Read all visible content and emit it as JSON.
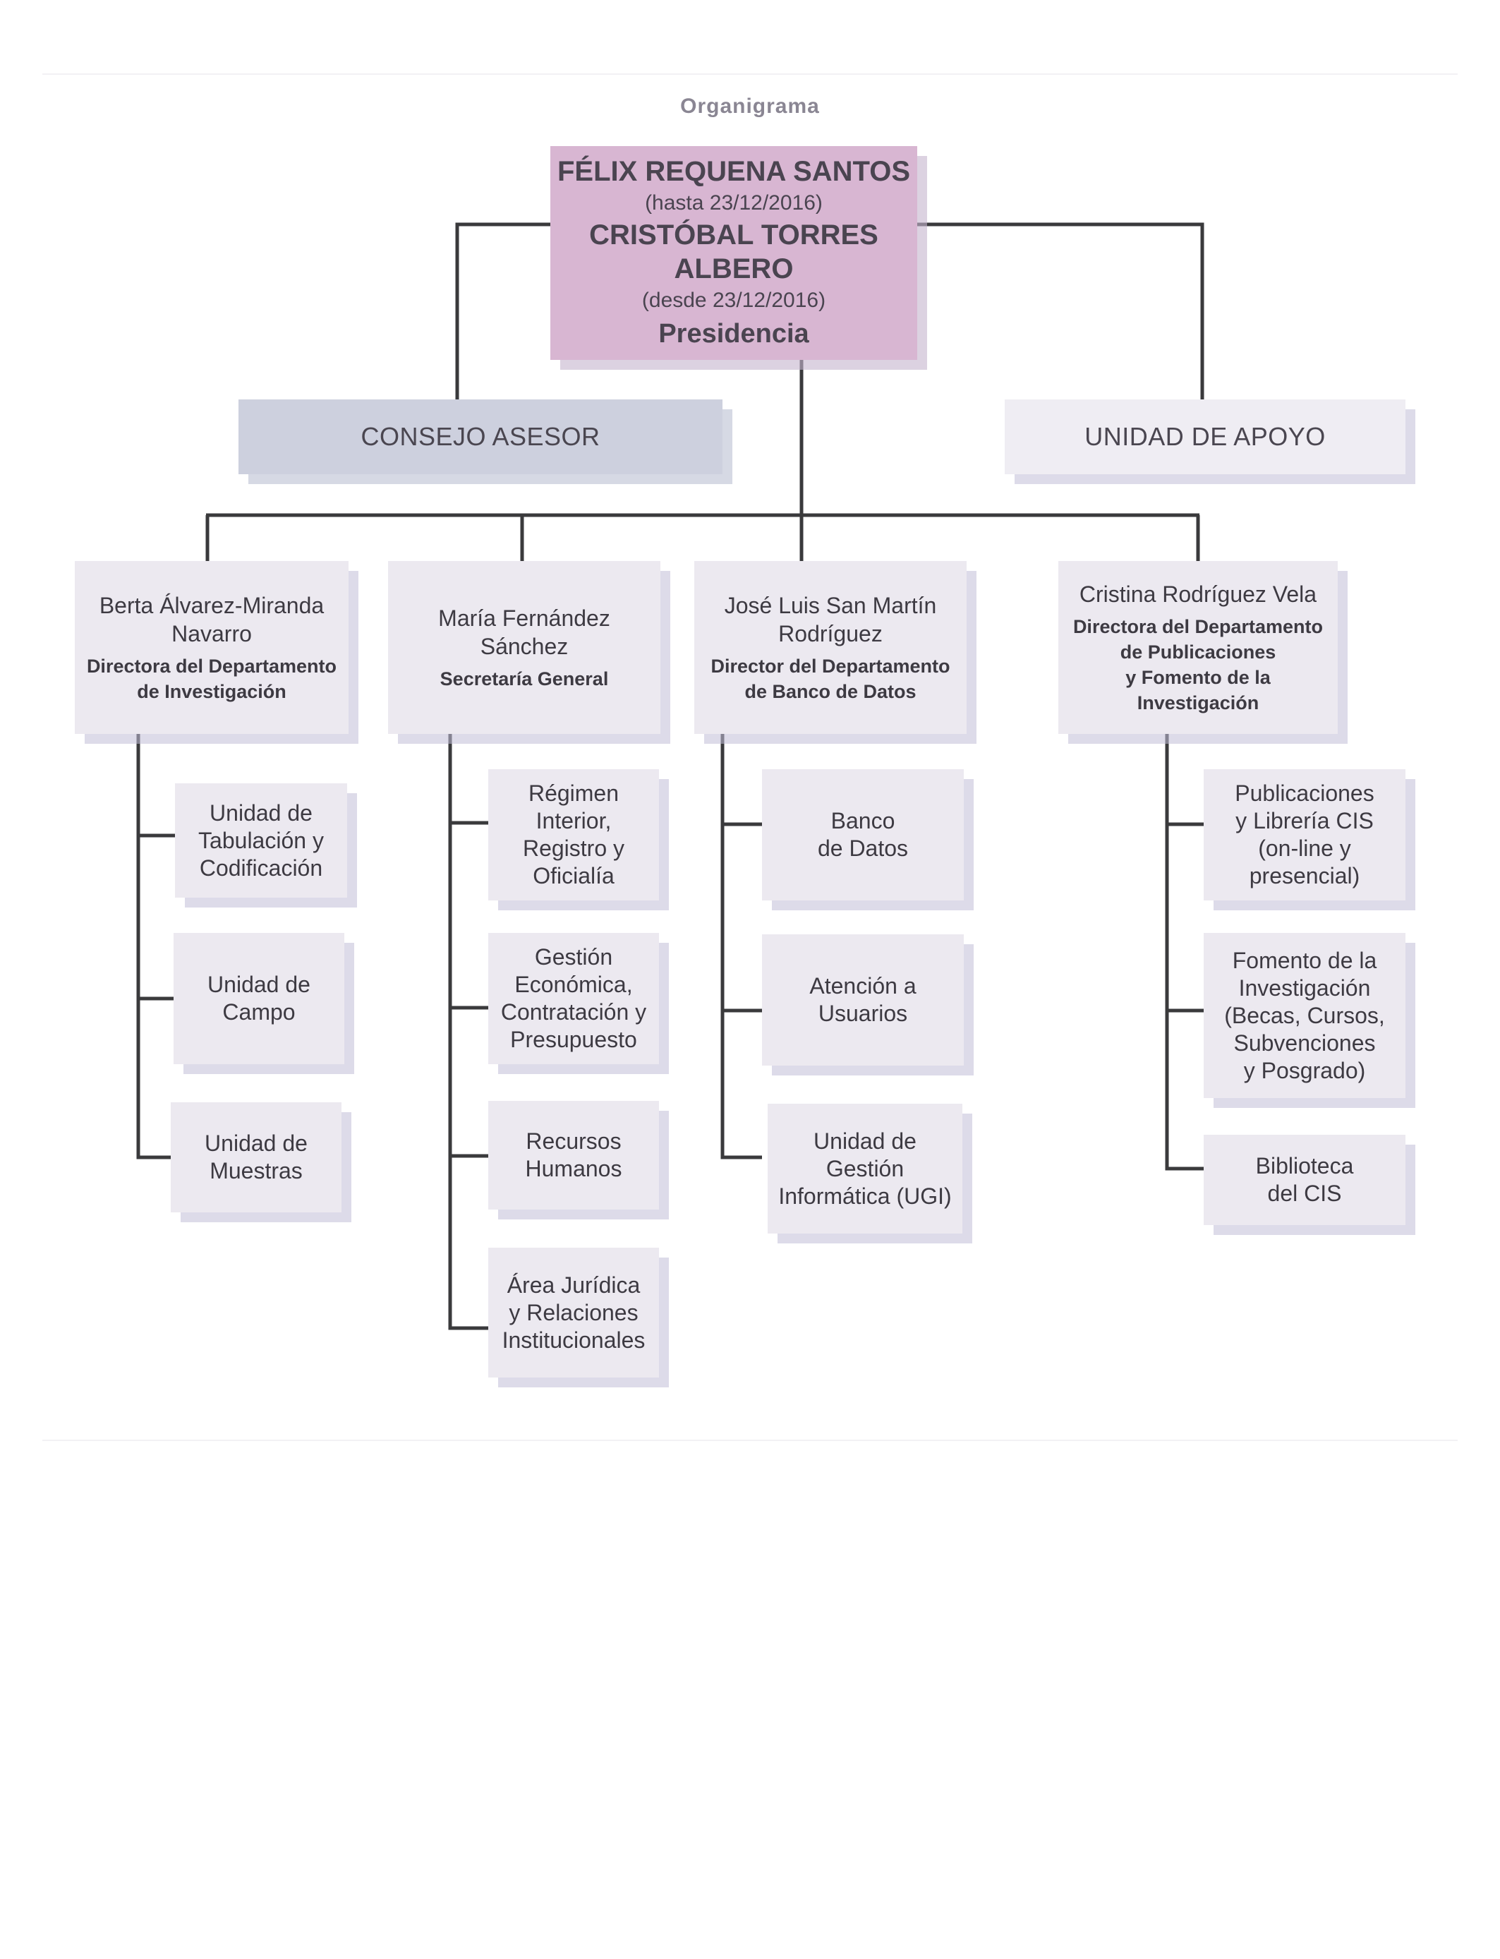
{
  "title": "Organigrama",
  "presidency": {
    "name1": "FÉLIX REQUENA SANTOS",
    "date1": "(hasta 23/12/2016)",
    "name2": "CRISTÓBAL TORRES\nALBERO",
    "date2": "(desde 23/12/2016)",
    "role": "Presidencia"
  },
  "advisory": "CONSEJO ASESOR",
  "support": "UNIDAD DE APOYO",
  "departments": [
    {
      "name": "Berta Álvarez-Miranda\nNavarro",
      "role": "Directora del Departamento\nde Investigación",
      "units": [
        "Unidad de\nTabulación y\nCodificación",
        "Unidad de\nCampo",
        "Unidad de\nMuestras"
      ]
    },
    {
      "name": "María Fernández\nSánchez",
      "role": "Secretaría General",
      "units": [
        "Régimen\nInterior,\nRegistro y\nOficialía",
        "Gestión\nEconómica,\nContratación y\nPresupuesto",
        "Recursos\nHumanos",
        "Área Jurídica\ny Relaciones\nInstitucionales"
      ]
    },
    {
      "name": "José Luis San Martín\nRodríguez",
      "role": "Director del Departamento\nde Banco de Datos",
      "units": [
        "Banco\nde Datos",
        "Atención a\nUsuarios",
        "Unidad de\nGestión\nInformática (UGI)"
      ]
    },
    {
      "name": "Cristina Rodríguez Vela",
      "role": "Directora del Departamento\nde Publicaciones\ny Fomento de la\nInvestigación",
      "units": [
        "Publicaciones\ny Librería CIS\n(on-line y\npresencial)",
        "Fomento de la\nInvestigación\n(Becas, Cursos,\nSubvenciones\ny Posgrado)",
        "Biblioteca\ndel CIS"
      ]
    }
  ]
}
